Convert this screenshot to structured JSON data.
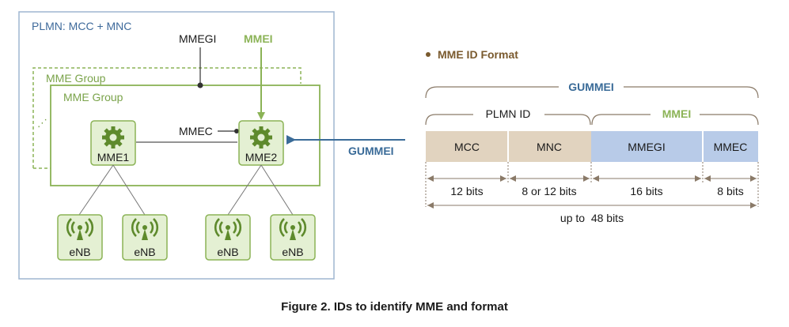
{
  "network": {
    "plmn_label": "PLMN: MCC + MNC",
    "mmegi_label": "MMEGI",
    "mmei_label": "MMEI",
    "outer_group_label": "MME Group",
    "inner_group_label": "MME Group",
    "mmec_label": "MMEC",
    "mme1_label": "MME1",
    "mme2_label": "MME2",
    "enb_labels": [
      "eNB",
      "eNB",
      "eNB",
      "eNB"
    ],
    "gummei_arrow_label": "GUMMEI"
  },
  "format": {
    "heading": "MME ID Format",
    "gummei_label": "GUMMEI",
    "plmn_id_label": "PLMN ID",
    "mmei_label": "MMEI",
    "fields": [
      {
        "name": "MCC",
        "bits": "12 bits"
      },
      {
        "name": "MNC",
        "bits": "8 or 12 bits"
      },
      {
        "name": "MMEGI",
        "bits": "16 bits"
      },
      {
        "name": "MMEC",
        "bits": "8 bits"
      }
    ],
    "total_label": "up to  48 bits"
  },
  "caption": "Figure 2. IDs to identify MME and format",
  "colors": {
    "plmn_frame": "#9fb6d1",
    "plmn_text": "#3e6a9b",
    "green": "#8bb356",
    "green_dark": "#5e8a2c",
    "node_fill": "#e4f0d3",
    "gummei_blue": "#3a6b98",
    "heading_brown": "#7a5a2e",
    "mcc_fill": "#e1d3bf",
    "mmegi_fill": "#b8cbe8",
    "brace": "#8a7a68"
  }
}
